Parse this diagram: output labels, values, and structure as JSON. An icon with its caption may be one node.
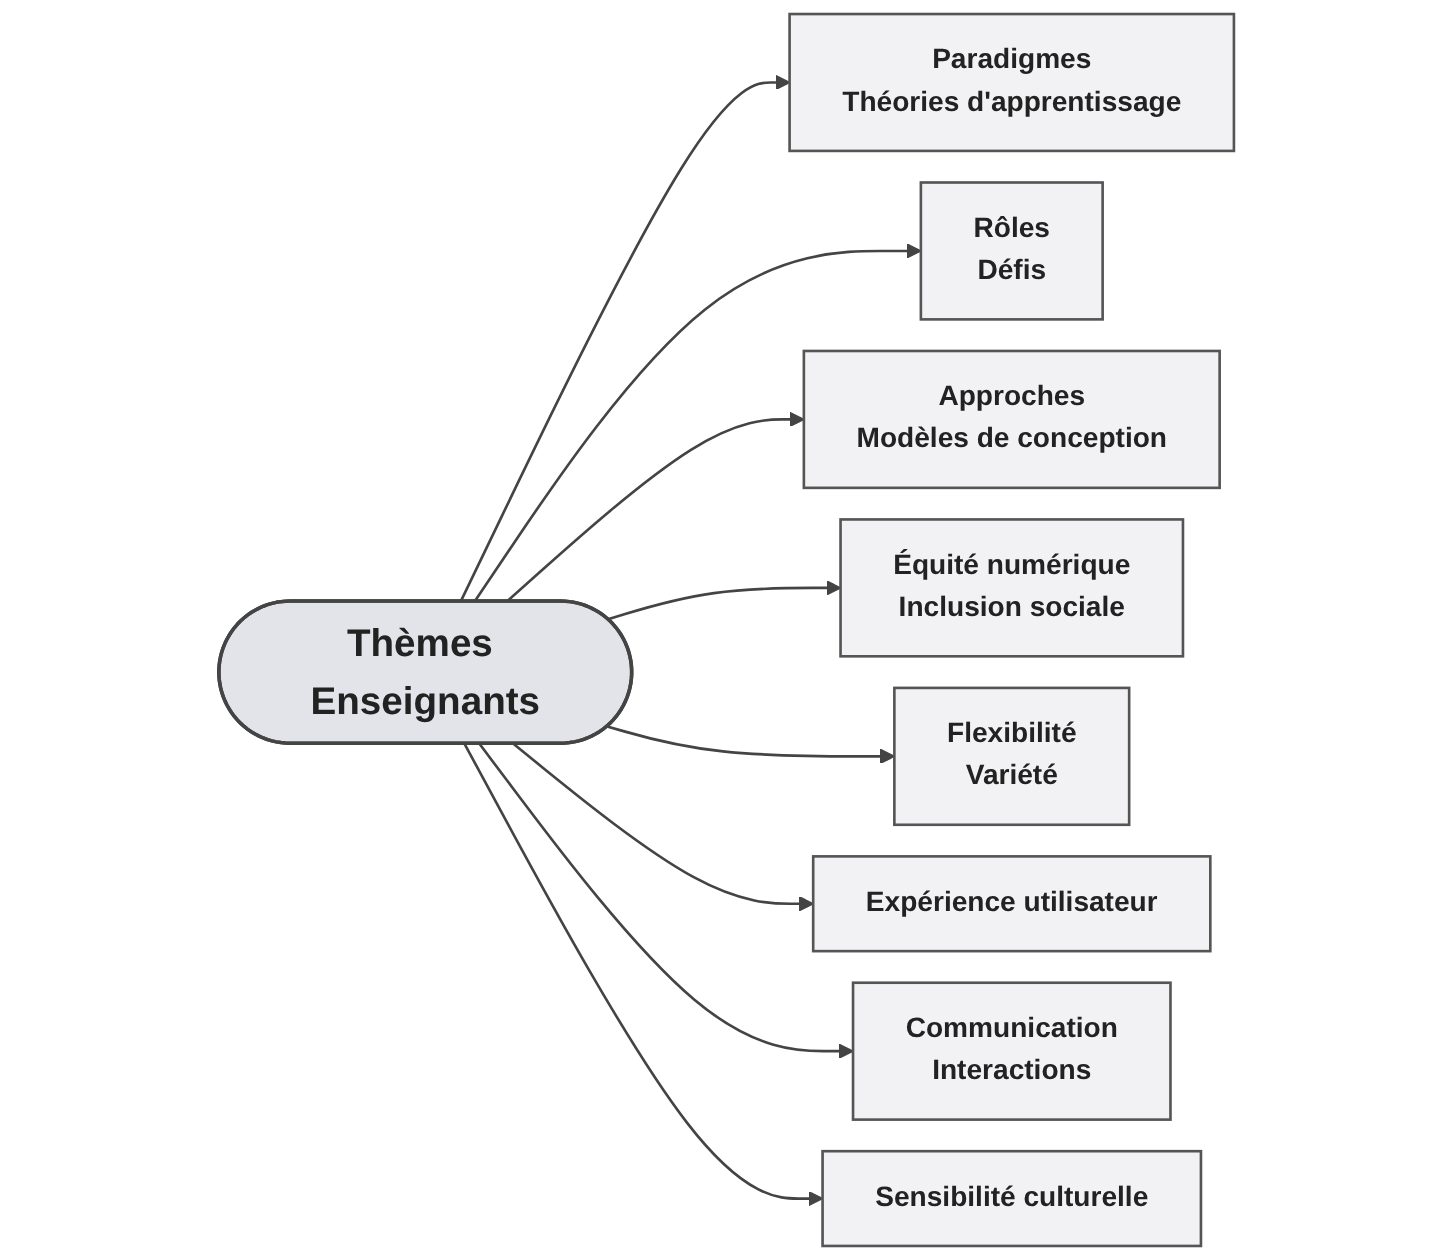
{
  "diagram": {
    "nodes": [
      {
        "text": [
          "Thèmes Enseignants"
        ]
      },
      {
        "text": [
          "Paradigmes",
          "Théories d'apprentissage"
        ]
      },
      {
        "text": [
          "Rôles",
          "Défis"
        ]
      },
      {
        "text": [
          "Approches",
          "Modèles de conception"
        ]
      },
      {
        "text": [
          "Équité numérique",
          "Inclusion sociale"
        ]
      },
      {
        "text": [
          "Flexibilité",
          "Variété"
        ]
      },
      {
        "text": [
          "Expérience utilisateur"
        ]
      },
      {
        "text": [
          "Communication",
          "Interactions"
        ]
      },
      {
        "text": [
          "Sensibilité culturelle"
        ]
      }
    ],
    "edges": [
      {
        "from": 0,
        "to": 1,
        "arrow": "to"
      },
      {
        "from": 0,
        "to": 2,
        "arrow": "to"
      },
      {
        "from": 0,
        "to": 3,
        "arrow": "to"
      },
      {
        "from": 0,
        "to": 4,
        "arrow": "to"
      },
      {
        "from": 0,
        "to": 5,
        "arrow": "to"
      },
      {
        "from": 0,
        "to": 6,
        "arrow": "to"
      },
      {
        "from": 0,
        "to": 7,
        "arrow": "to"
      },
      {
        "from": 0,
        "to": 8,
        "arrow": "to"
      }
    ]
  }
}
